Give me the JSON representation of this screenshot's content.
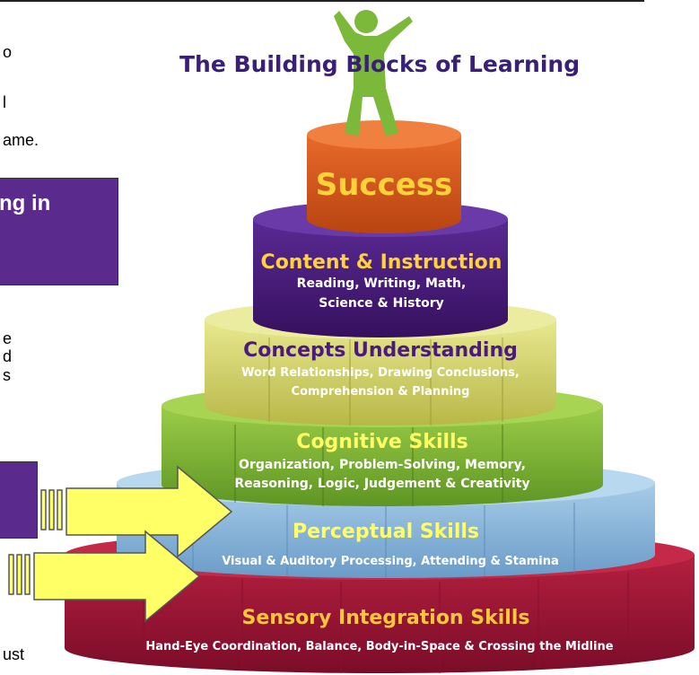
{
  "left_text": {
    "line1": "o",
    "line2": "l",
    "line3": "ame.",
    "line4": "e",
    "line5": "d",
    "line6": "s",
    "line7": "ust"
  },
  "left_box": {
    "label": "ng in"
  },
  "diagram": {
    "title": "The Building Blocks of Learning",
    "tiers": [
      {
        "title": "Success",
        "lines": []
      },
      {
        "title": "Content & Instruction",
        "lines": [
          "Reading, Writing, Math,",
          "Science & History"
        ]
      },
      {
        "title": "Concepts Understanding",
        "lines": [
          "Word Relationships, Drawing Conclusions,",
          "Comprehension & Planning"
        ]
      },
      {
        "title": "Cognitive Skills",
        "lines": [
          "Organization, Problem-Solving, Memory,",
          "Reasoning, Logic, Judgement & Creativity"
        ]
      },
      {
        "title": "Perceptual Skills",
        "lines": [
          "Visual & Auditory Processing,  Attending & Stamina"
        ]
      },
      {
        "title": "Sensory Integration Skills",
        "lines": [
          "Hand-Eye Coordination, Balance, Body-in-Space & Crossing the Midline"
        ]
      }
    ]
  },
  "colors": {
    "success": "#d4561a",
    "content": "#4a1a80",
    "concepts": "#d8d86a",
    "cognitive": "#86b83a",
    "perceptual": "#8ab8dc",
    "sensory": "#a01a3a",
    "arrow": "#ffff66",
    "figure": "#7cb83a",
    "title": "#3a1f78"
  }
}
